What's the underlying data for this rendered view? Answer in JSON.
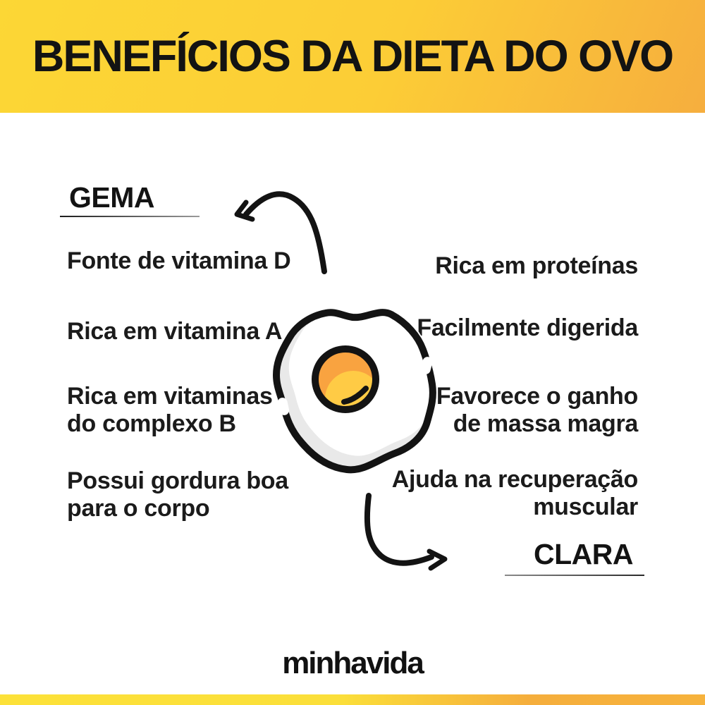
{
  "header": {
    "title": "BENEFÍCIOS DA DIETA DO OVO",
    "gradient_start": "#FCD735",
    "gradient_end": "#F6AE3E",
    "text_color": "#131313"
  },
  "sections": {
    "gema": {
      "label": "GEMA",
      "items": [
        {
          "lines": [
            "Fonte de vitamina D"
          ]
        },
        {
          "lines": [
            "Rica em vitamina A"
          ]
        },
        {
          "lines": [
            "Rica em vitaminas",
            "do complexo B"
          ]
        },
        {
          "lines": [
            "Possui gordura boa",
            "para o corpo"
          ]
        }
      ]
    },
    "clara": {
      "label": "CLARA",
      "items": [
        {
          "lines": [
            "Rica em proteínas"
          ]
        },
        {
          "lines": [
            "Facilmente digerida"
          ]
        },
        {
          "lines": [
            "Favorece o ganho",
            "de massa magra"
          ]
        },
        {
          "lines": [
            "Ajuda na recuperação",
            "muscular"
          ]
        }
      ]
    }
  },
  "illustration": {
    "name": "fried-egg",
    "egg_white": "#ffffff",
    "egg_shadow": "#E9E9E9",
    "yolk_orange": "#F9A340",
    "yolk_yellow": "#FFCB45",
    "outline": "#131313"
  },
  "footer": {
    "brand": "minhavida",
    "bar_gradient_start": "#FCE139",
    "bar_gradient_end": "#F6B23C"
  }
}
